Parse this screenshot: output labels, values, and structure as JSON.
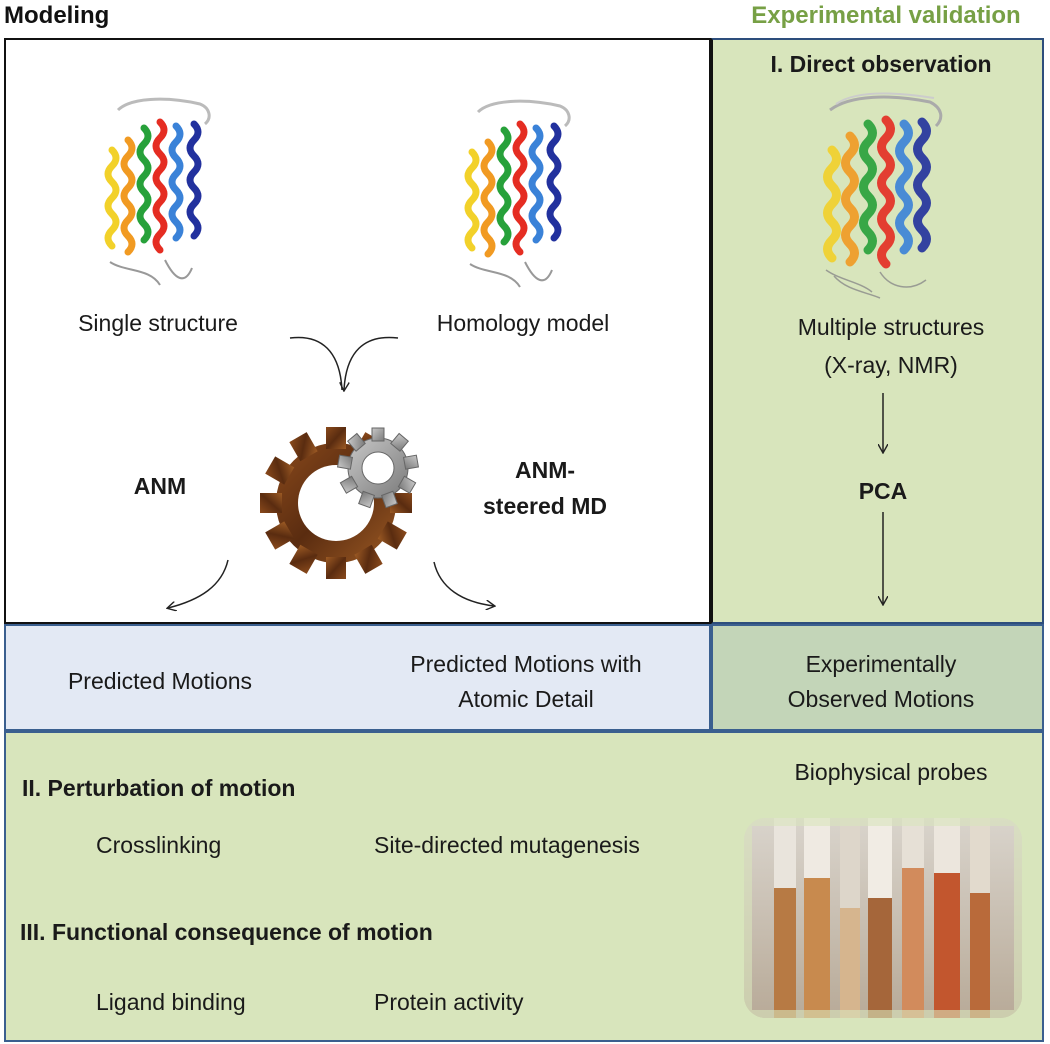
{
  "headers": {
    "modeling": "Modeling",
    "validation": "Experimental validation"
  },
  "modeling": {
    "single_structure": "Single structure",
    "homology_model": "Homology model",
    "anm": "ANM",
    "anm_steered_line1": "ANM-",
    "anm_steered_line2": "steered MD"
  },
  "validation": {
    "direct_observation": "I. Direct observation",
    "multiple_structures_line1": "Multiple structures",
    "multiple_structures_line2": "(X-ray, NMR)",
    "pca": "PCA"
  },
  "motions": {
    "predicted": "Predicted Motions",
    "predicted_atomic_line1": "Predicted Motions with",
    "predicted_atomic_line2": "Atomic Detail",
    "observed_line1": "Experimentally",
    "observed_line2": "Observed Motions"
  },
  "experiments": {
    "perturbation_title": "II. Perturbation of motion",
    "crosslinking": "Crosslinking",
    "mutagenesis": "Site-directed mutagenesis",
    "functional_title": "III. Functional consequence of motion",
    "ligand_binding": "Ligand binding",
    "protein_activity": "Protein activity",
    "biophysical_probes": "Biophysical probes"
  },
  "colors": {
    "validation_green": "#77a045",
    "panel_green": "#d8e5bc",
    "observed_green": "#c3d5b8",
    "predicted_blue": "#e3e9f4",
    "border_blue": "#3a5f8f"
  }
}
